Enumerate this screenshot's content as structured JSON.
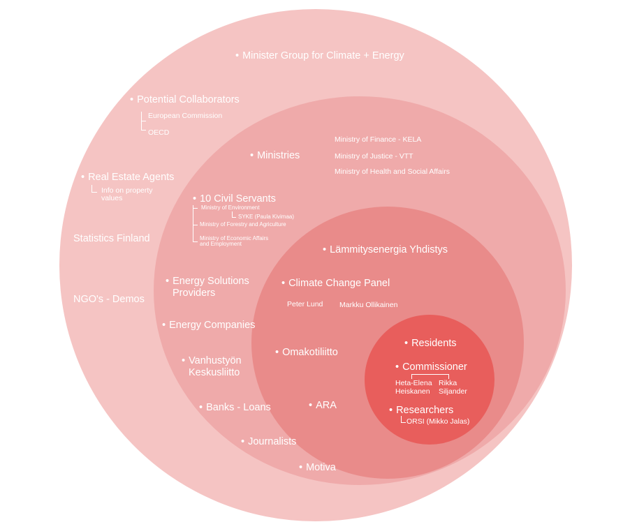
{
  "colors": {
    "ring1": "#f5c4c3",
    "ring2": "#efaaaa",
    "ring3": "#e98b8a",
    "ring4": "#e85e5c"
  },
  "rings": {
    "outer": {
      "minister_group": "Minister Group for Climate + Energy",
      "potential_collaborators": "Potential Collaborators",
      "european_commission": "European Commission",
      "oecd": "OECD",
      "real_estate_agents": "Real Estate Agents",
      "property_values": "Info on property values",
      "statistics_finland": "Statistics Finland",
      "ngos": "NGO's - Demos"
    },
    "second": {
      "ministries": "Ministries",
      "ministry_finance": "Ministry of Finance - KELA",
      "ministry_justice": "Ministry of Justice - VTT",
      "ministry_health": "Ministry of Health and Social Affairs",
      "civil_servants": "10 Civil Servants",
      "ministry_environment": "Ministry of Environment",
      "syke": "SYKE (Paula Kivimaa)",
      "ministry_forestry": "Ministry of Forestry and Agriculture",
      "ministry_economic": "Ministry of Economic Affairs and Employment",
      "energy_solutions": "Energy Solutions Providers",
      "energy_companies": "Energy Companies",
      "vanhustyon": "Vanhustyön Keskusliitto",
      "banks": "Banks - Loans",
      "journalists": "Journalists",
      "motiva": "Motiva"
    },
    "third": {
      "lammitysenergia": "Lämmitysenergia Yhdistys",
      "climate_panel": "Climate Change Panel",
      "peter_lund": "Peter Lund",
      "markku": "Markku Ollikainen",
      "omakotiliitto": "Omakotiliitto",
      "ara": "ARA"
    },
    "core": {
      "residents": "Residents",
      "commissioner": "Commissioner",
      "heta_elena": "Heta-Elena Heiskanen",
      "rikka": "Rikka Siljander",
      "researchers": "Researchers",
      "orsi": "ORSI (Mikko Jalas)"
    }
  }
}
